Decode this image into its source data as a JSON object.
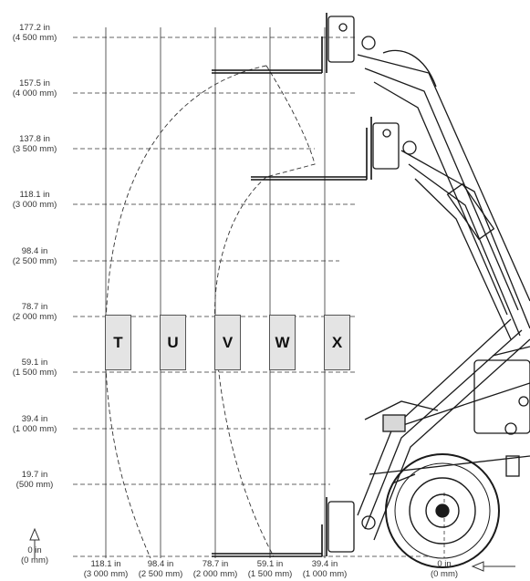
{
  "y_axis": {
    "levels": [
      {
        "in": "177.2 in",
        "mm": "(4 500 mm)"
      },
      {
        "in": "157.5 in",
        "mm": "(4 000 mm)"
      },
      {
        "in": "137.8 in",
        "mm": "(3 500 mm)"
      },
      {
        "in": "118.1 in",
        "mm": "(3 000 mm)"
      },
      {
        "in": "98.4 in",
        "mm": "(2 500 mm)"
      },
      {
        "in": "78.7 in",
        "mm": "(2 000 mm)"
      },
      {
        "in": "59.1 in",
        "mm": "(1 500 mm)"
      },
      {
        "in": "39.4 in",
        "mm": "(1 000 mm)"
      },
      {
        "in": "19.7 in",
        "mm": "(500 mm)"
      },
      {
        "in": "0 in",
        "mm": "(0 mm)"
      }
    ]
  },
  "x_axis": {
    "levels": [
      {
        "in": "118.1 in",
        "mm": "(3 000 mm)"
      },
      {
        "in": "98.4 in",
        "mm": "(2 500 mm)"
      },
      {
        "in": "78.7 in",
        "mm": "(2 000 mm)"
      },
      {
        "in": "59.1 in",
        "mm": "(1 500 mm)"
      },
      {
        "in": "39.4 in",
        "mm": "(1 000 mm)"
      }
    ],
    "origin": {
      "in": "0 in",
      "mm": "(0 mm)"
    }
  },
  "zones": [
    "T",
    "U",
    "V",
    "W",
    "X"
  ],
  "colors": {
    "line": "#333333",
    "zone_fill": "#e4e4e4",
    "machine": "#1a1a1a"
  },
  "icons": [
    "up-arrow-icon",
    "left-arrow-icon",
    "telehandler-drawing"
  ]
}
